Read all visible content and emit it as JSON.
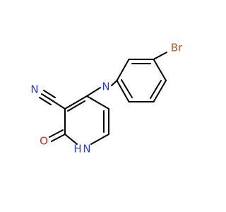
{
  "diagram": {
    "atoms": {
      "bromine": {
        "label": "Br",
        "color": "#a65b2a"
      },
      "amine_nitrogen": {
        "label": "N",
        "color": "#2a3bd4"
      },
      "nitrile_nitrogen": {
        "label": "N",
        "color": "#2a3bd4"
      },
      "carbonyl_oxygen": {
        "label": "O",
        "color": "#e0261e"
      },
      "ring_nitrogen": {
        "label": "H",
        "color": "#2a3bd4"
      },
      "ring_nitrogen_h": {
        "label": "N",
        "color": "#2a3bd4"
      }
    },
    "bond_color": "#000000"
  }
}
